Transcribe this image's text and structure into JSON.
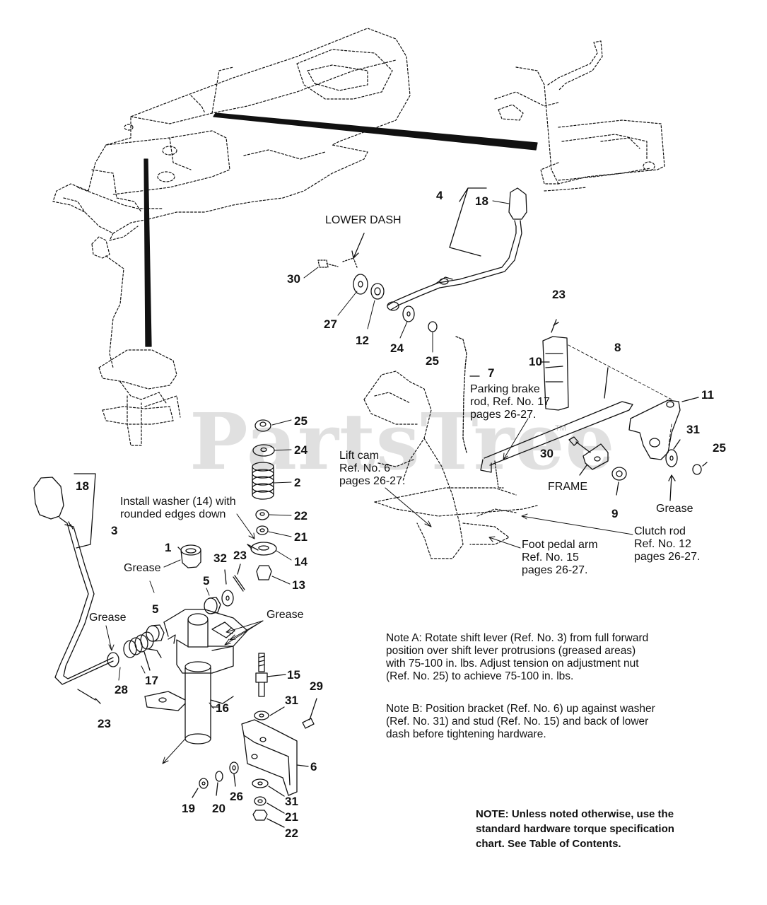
{
  "watermark": {
    "text": "PartsTree",
    "tm": "TM"
  },
  "labels": {
    "lower_dash": "LOWER DASH",
    "parking_brake": [
      "Parking brake",
      "rod, Ref. No. 17",
      "pages 26-27."
    ],
    "lift_cam": [
      "Lift cam",
      "Ref. No. 6",
      "pages 26-27."
    ],
    "frame": "FRAME",
    "grease": "Grease",
    "clutch_rod": [
      "Clutch rod",
      "Ref. No. 12",
      "pages 26-27."
    ],
    "foot_pedal": [
      "Foot pedal arm",
      "Ref. No. 15",
      "pages 26-27."
    ],
    "install_washer": [
      "Install washer (14) with",
      "rounded edges down"
    ]
  },
  "callouts": {
    "c4": "4",
    "c18a": "18",
    "c30a": "30",
    "c27": "27",
    "c12": "12",
    "c24a": "24",
    "c25a": "25",
    "c23a": "23",
    "c10": "10",
    "c8": "8",
    "c11": "11",
    "c7": "7",
    "c31a": "31",
    "c25b": "25",
    "c30b": "30",
    "c9": "9",
    "c25c": "25",
    "c24b": "24",
    "c2": "2",
    "c22a": "22",
    "c21a": "21",
    "c14": "14",
    "c13": "13",
    "c18b": "18",
    "c3": "3",
    "c1": "1",
    "c32": "32",
    "c23b": "23",
    "c5a": "5",
    "c5b": "5",
    "c28": "28",
    "c17": "17",
    "c23c": "23",
    "c16": "16",
    "c15": "15",
    "c29": "29",
    "c31b": "31",
    "c6": "6",
    "c31c": "31",
    "c21b": "21",
    "c22b": "22",
    "c19": "19",
    "c20": "20",
    "c26": "26"
  },
  "notes": {
    "note_a": [
      "Note A: Rotate shift lever (Ref. No. 3) from full forward",
      "position over shift lever protrusions (greased areas)",
      "with 75-100 in. lbs. Adjust tension on adjustment nut",
      "(Ref. No. 25) to achieve 75-100 in. lbs."
    ],
    "note_b": [
      "Note B: Position bracket (Ref. No. 6) up against washer",
      "(Ref. No. 31) and stud (Ref. No. 15) and back of lower",
      "dash before tightening hardware."
    ],
    "note_main": [
      "NOTE: Unless noted otherwise, use the",
      "standard hardware torque specification",
      "chart. See Table of Contents."
    ]
  },
  "colors": {
    "ink": "#111111",
    "paper": "#ffffff"
  }
}
